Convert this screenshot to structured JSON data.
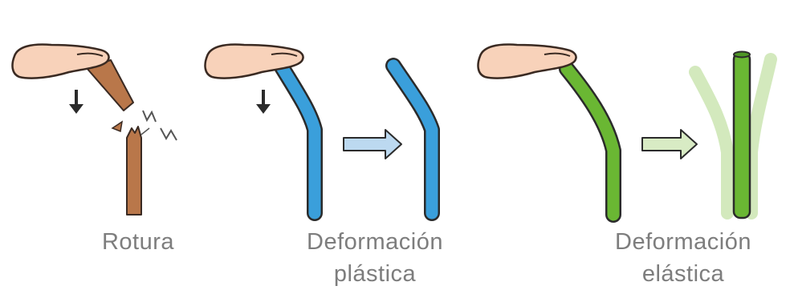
{
  "panels": [
    {
      "id": "rotura",
      "caption_lines": [
        "Rotura"
      ]
    },
    {
      "id": "deformacion-plastica",
      "caption_lines": [
        "Deformación",
        "plástica"
      ]
    },
    {
      "id": "deformacion-elastica",
      "caption_lines": [
        "Deformación",
        "elástica"
      ]
    }
  ],
  "colors": {
    "background": "#ffffff",
    "skin": "#f8d2ba",
    "skin_outline": "#3a2a22",
    "wood": "#b9774a",
    "plastic_blue": "#3a9fdb",
    "elastic_green": "#6ab733",
    "elastic_green_ghost": "#d3e9bd",
    "arrow_blue": "#bcd9f0",
    "arrow_green": "#d8ebc4",
    "caption_text": "#7d7d7d"
  },
  "icons": [
    "hand-icon",
    "down-arrow-icon",
    "right-arrow-icon",
    "break-marks-icon"
  ]
}
